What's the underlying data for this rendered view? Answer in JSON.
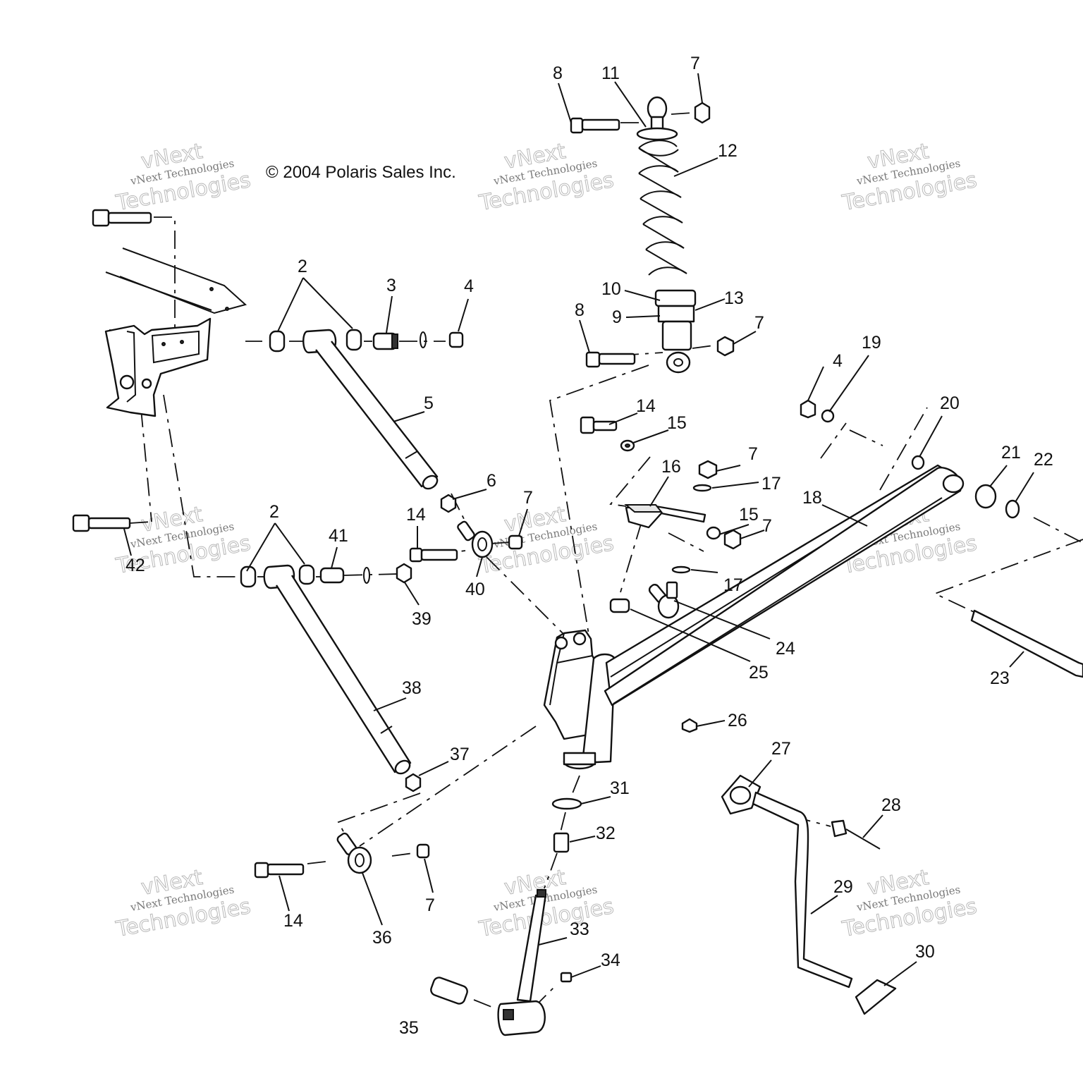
{
  "copyright": "© 2004 Polaris Sales Inc.",
  "watermark": {
    "line1": "vNext Technologies",
    "line2": "vNext",
    "line3": "Technologies"
  },
  "callouts": {
    "c2a": "2",
    "c2b": "2",
    "c3": "3",
    "c4a": "4",
    "c4b": "4",
    "c5": "5",
    "c6": "6",
    "c7a": "7",
    "c7b": "7",
    "c7c": "7",
    "c7d": "7",
    "c7e": "7",
    "c7f": "7",
    "c8a": "8",
    "c8b": "8",
    "c9": "9",
    "c10": "10",
    "c11": "11",
    "c12": "12",
    "c13": "13",
    "c14a": "14",
    "c14b": "14",
    "c14c": "14",
    "c15a": "15",
    "c15b": "15",
    "c16": "16",
    "c17a": "17",
    "c17b": "17",
    "c18": "18",
    "c19": "19",
    "c20": "20",
    "c21": "21",
    "c22": "22",
    "c23": "23",
    "c24": "24",
    "c25": "25",
    "c26": "26",
    "c27": "27",
    "c28": "28",
    "c29": "29",
    "c30": "30",
    "c31": "31",
    "c32": "32",
    "c33": "33",
    "c34": "34",
    "c35": "35",
    "c36": "36",
    "c37": "37",
    "c38": "38",
    "c39": "39",
    "c40": "40",
    "c41": "41",
    "c42": "42"
  }
}
